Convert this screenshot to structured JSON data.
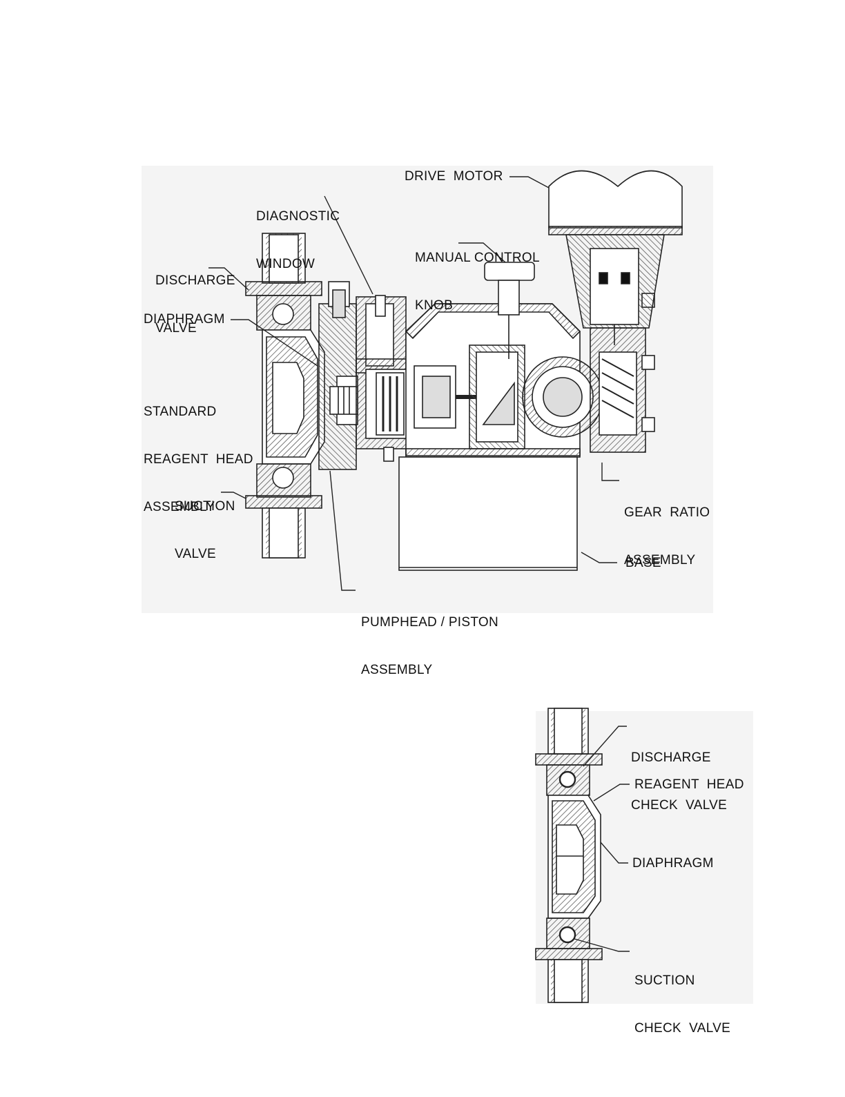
{
  "figure_main": {
    "labels": {
      "drive_motor": "DRIVE  MOTOR",
      "diagnostic_window_1": "DIAGNOSTIC",
      "diagnostic_window_2": "WINDOW",
      "manual_control_knob_1": "MANUAL CONTROL",
      "manual_control_knob_2": "KNOB",
      "discharge_valve_1": "DISCHARGE",
      "discharge_valve_2": "VALVE",
      "diaphragm": "DIAPHRAGM",
      "standard_reagent_head_1": "STANDARD",
      "standard_reagent_head_2": "REAGENT  HEAD",
      "standard_reagent_head_3": "ASSEMBLY",
      "suction_valve_1": "SUCTION",
      "suction_valve_2": "VALVE",
      "gear_ratio_1": "GEAR  RATIO",
      "gear_ratio_2": "ASSEMBLY",
      "base": "BASE",
      "pumphead_piston_1": "PUMPHEAD / PISTON",
      "pumphead_piston_2": "ASSEMBLY"
    }
  },
  "figure_detail": {
    "labels": {
      "discharge_check_valve_1": "DISCHARGE",
      "discharge_check_valve_2": "CHECK  VALVE",
      "reagent_head": "REAGENT  HEAD",
      "diaphragm": "DIAPHRAGM",
      "suction_check_valve_1": "SUCTION",
      "suction_check_valve_2": "CHECK  VALVE"
    }
  },
  "colors": {
    "line": "#222222",
    "panel": "#f4f4f4",
    "hatch": "#444444"
  }
}
